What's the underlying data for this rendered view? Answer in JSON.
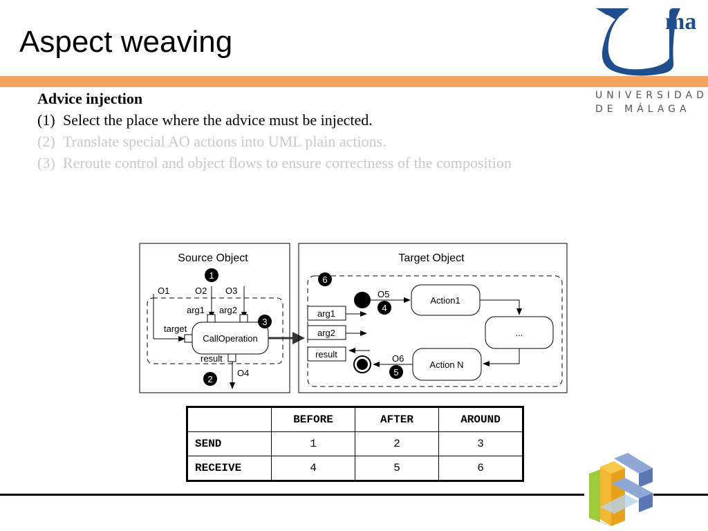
{
  "slide": {
    "title": "Aspect weaving",
    "university": [
      "UNIVERSIDAD",
      "DE MÁLAGA"
    ],
    "logo_text": "ma"
  },
  "content": {
    "heading": "Advice injection",
    "items": [
      {
        "num": "(1)",
        "text": "Select the place where the advice must be injected.",
        "state": "active"
      },
      {
        "num": "(2)",
        "text": "Translate special AO actions into UML plain actions.",
        "state": "dim"
      },
      {
        "num": "(3)",
        "text": "Reroute control and object flows to ensure correctness of the composition",
        "state": "dim"
      }
    ]
  },
  "diagram": {
    "source": {
      "title": "Source Object",
      "labels": {
        "o1": "O1",
        "o2": "O2",
        "o3": "O3",
        "o4": "O4",
        "arg1": "arg1",
        "arg2": "arg2",
        "target": "target",
        "result": "result",
        "action": "CallOperation"
      },
      "markers": {
        "m1": "1",
        "m2": "2",
        "m3": "3"
      }
    },
    "target": {
      "title": "Target Object",
      "labels": {
        "o5": "O5",
        "o6": "O6",
        "arg1": "arg1",
        "arg2": "arg2",
        "result": "result",
        "action1": "Action1",
        "ellipsis": "...",
        "actionN": "Action N"
      },
      "markers": {
        "m4": "4",
        "m5": "5",
        "m6": "6"
      }
    }
  },
  "table": {
    "headers": [
      "",
      "BEFORE",
      "AFTER",
      "AROUND"
    ],
    "rows": [
      {
        "label": "SEND",
        "cells": [
          "1",
          "2",
          "3"
        ]
      },
      {
        "label": "RECEIVE",
        "cells": [
          "4",
          "5",
          "6"
        ]
      }
    ]
  },
  "colors": {
    "accent_bar": "#f4a460",
    "logo_blue": "#1f4e8c"
  }
}
